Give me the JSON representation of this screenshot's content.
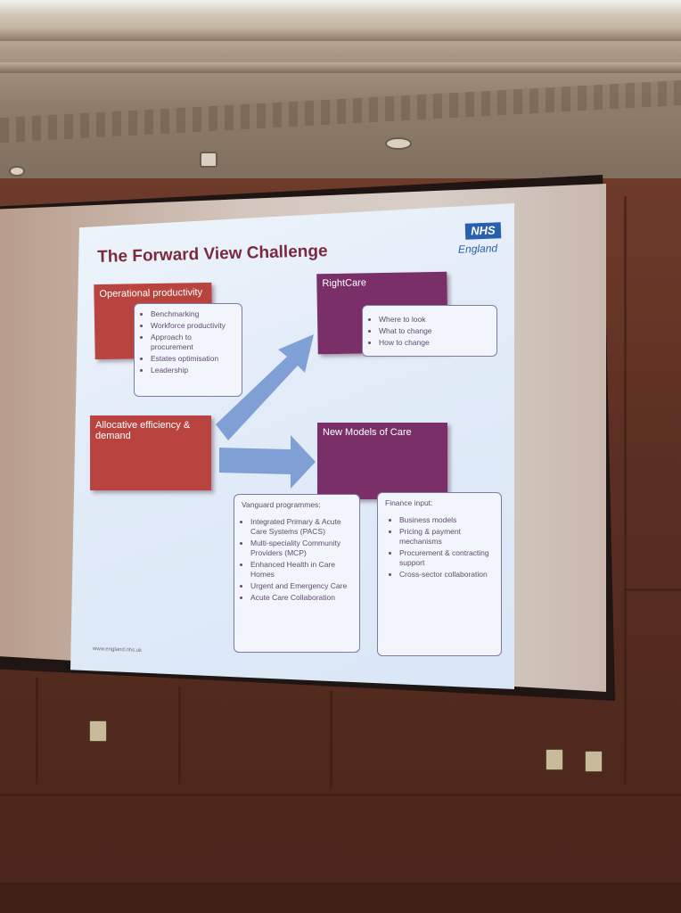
{
  "slide": {
    "title": "The Forward View Challenge",
    "logo_main": "NHS",
    "logo_sub": "England",
    "footer_url": "www.england.nhs.uk",
    "op_productivity": {
      "label": "Operational productivity",
      "items": [
        "Benchmarking",
        "Workforce productivity",
        "Approach to procurement",
        "Estates optimisation",
        "Leadership"
      ]
    },
    "rightcare": {
      "label": "RightCare",
      "items": [
        "Where to look",
        "What to change",
        "How to change"
      ]
    },
    "allocative": {
      "label": "Allocative efficiency & demand"
    },
    "new_models": {
      "label": "New Models of Care"
    },
    "vanguard": {
      "heading": "Vanguard programmes:",
      "items": [
        "Integrated Primary & Acute Care Systems (PACS)",
        "Multi-speciality Community Providers (MCP)",
        "Enhanced Health in Care Homes",
        "Urgent and Emergency Care",
        "Acute Care Collaboration"
      ]
    },
    "finance": {
      "heading": "Finance input:",
      "items": [
        "Business models",
        "Pricing & payment mechanisms",
        "Procurement & contracting support",
        "Cross-sector collaboration"
      ]
    }
  },
  "colors": {
    "title": "#7b2a3e",
    "red_box": "#b9443f",
    "purple_box": "#7a2f68",
    "arrow": "#6f93cf",
    "nhs_blue": "#2a5fb0"
  }
}
